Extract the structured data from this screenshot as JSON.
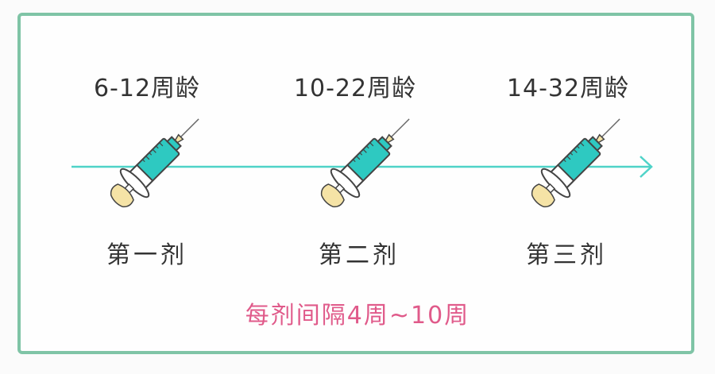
{
  "colors": {
    "border": "#7fc4a6",
    "timeline": "#4fd3c8",
    "barrel": "#2ec9c1",
    "plunger": "#f5e3a6",
    "accent_text": "#e05a8a",
    "text": "#333333"
  },
  "doses": [
    {
      "age": "6-12周龄",
      "label": "第一剂"
    },
    {
      "age": "10-22周龄",
      "label": "第二剂"
    },
    {
      "age": "14-32周龄",
      "label": "第三剂"
    }
  ],
  "interval_note": "每剂间隔4周~10周",
  "icons": {
    "syringe": "syringe-icon",
    "arrow": "arrow-right-icon"
  }
}
